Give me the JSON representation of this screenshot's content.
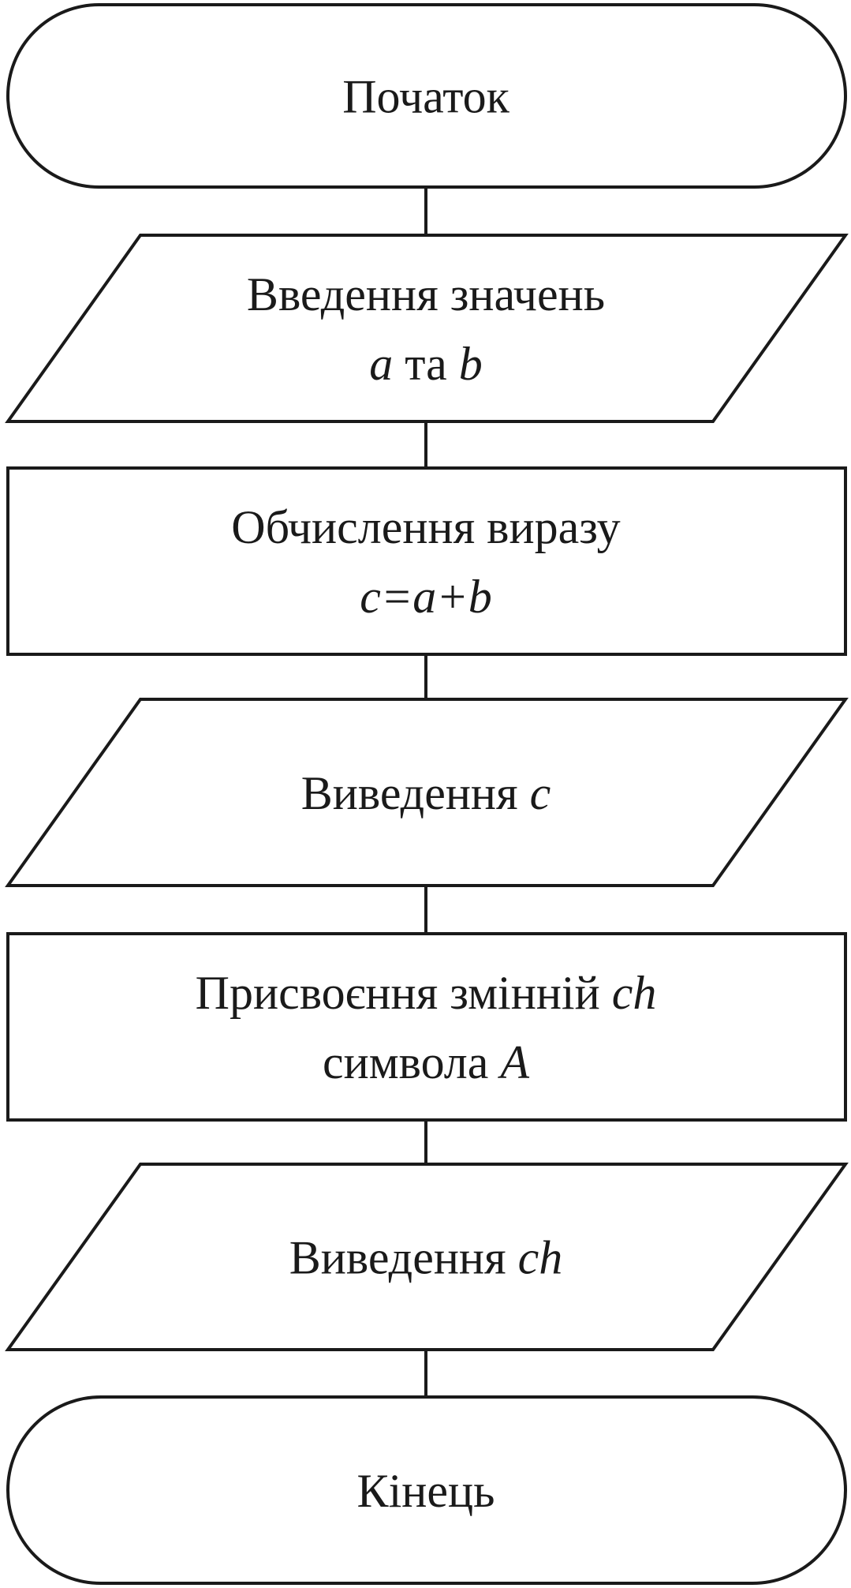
{
  "diagram": {
    "type": "flowchart",
    "colors": {
      "stroke": "#1a1a1a",
      "fill": "#ffffff",
      "background": "#ffffff"
    },
    "nodes": [
      {
        "id": "start",
        "shape": "terminator",
        "lines": [
          [
            {
              "text": "Початок",
              "italic": false
            }
          ]
        ]
      },
      {
        "id": "input-ab",
        "shape": "parallelogram",
        "lines": [
          [
            {
              "text": "Введення значень",
              "italic": false
            }
          ],
          [
            {
              "text": "a",
              "italic": true
            },
            {
              "text": " та ",
              "italic": false
            },
            {
              "text": "b",
              "italic": true
            }
          ]
        ]
      },
      {
        "id": "compute-c",
        "shape": "rectangle",
        "lines": [
          [
            {
              "text": "Обчислення виразу",
              "italic": false
            }
          ],
          [
            {
              "text": "c=a+b",
              "italic": true
            }
          ]
        ]
      },
      {
        "id": "output-c",
        "shape": "parallelogram",
        "lines": [
          [
            {
              "text": "Виведення ",
              "italic": false
            },
            {
              "text": "c",
              "italic": true
            }
          ]
        ]
      },
      {
        "id": "assign-ch",
        "shape": "rectangle",
        "lines": [
          [
            {
              "text": "Присвоєння змінній ",
              "italic": false
            },
            {
              "text": "ch",
              "italic": true
            }
          ],
          [
            {
              "text": "символа ",
              "italic": false
            },
            {
              "text": "A",
              "italic": true
            }
          ]
        ]
      },
      {
        "id": "output-ch",
        "shape": "parallelogram",
        "lines": [
          [
            {
              "text": "Виведення ",
              "italic": false
            },
            {
              "text": "ch",
              "italic": true
            }
          ]
        ]
      },
      {
        "id": "end",
        "shape": "terminator",
        "lines": [
          [
            {
              "text": "Кінець",
              "italic": false
            }
          ]
        ]
      }
    ],
    "edges": [
      [
        "start",
        "input-ab"
      ],
      [
        "input-ab",
        "compute-c"
      ],
      [
        "compute-c",
        "output-c"
      ],
      [
        "output-c",
        "assign-ch"
      ],
      [
        "assign-ch",
        "output-ch"
      ],
      [
        "output-ch",
        "end"
      ]
    ]
  }
}
